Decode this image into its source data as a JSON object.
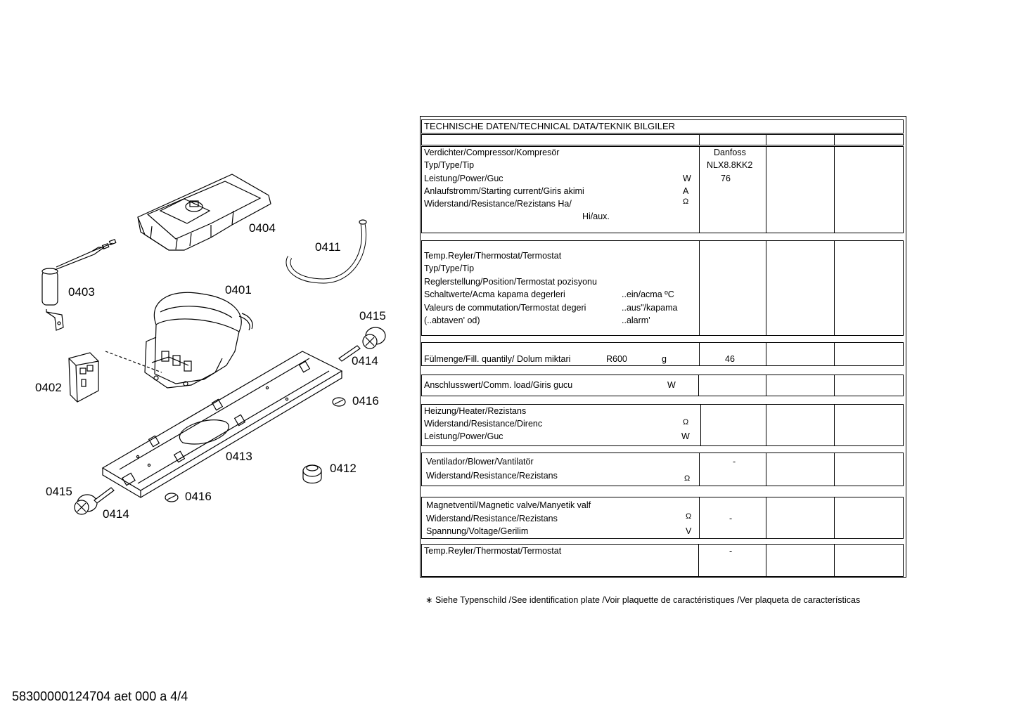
{
  "callouts": {
    "c0404": "0404",
    "c0411": "0411",
    "c0403": "0403",
    "c0401": "0401",
    "c0415a": "0415",
    "c0414a": "0414",
    "c0402": "0402",
    "c0416a": "0416",
    "c0413": "0413",
    "c0412": "0412",
    "c0415b": "0415",
    "c0416b": "0416",
    "c0414b": "0414"
  },
  "table": {
    "title": "TECHNISCHE DATEN/TECHNICAL DATA/TEKNIK BILGILER",
    "compressor": {
      "label": "Verdichter/Compressor/Kompresör",
      "type": "Typ/Type/Tip",
      "power": "Leistung/Power/Guc",
      "power_unit": "W",
      "starting": "Anlaufstromm/Starting current/Giris akimi",
      "starting_unit": "A",
      "resistance": "Widerstand/Resistance/Rezistans Ha/",
      "resistance_unit": "Ω",
      "hiaux": "Hi/aux.",
      "value_brand": "Danfoss",
      "value_type": "NLX8.8KK2",
      "value_power": "76"
    },
    "thermostat": {
      "label": "Temp.Reyler/Thermostat/Termostat",
      "type": "Typ/Type/Tip",
      "position": "Reglerstellung/Position/Termostat  pozisyonu",
      "switch1": "Schaltwerte/Acma kapama degerleri",
      "switch1_unit": "..ein/acma ºC",
      "switch2": "Valeurs de commutation/Termostat degeri",
      "switch2_unit": "..aus\"/kapama",
      "switch3": "(..abtaven' od)",
      "switch3_unit": "..alarm'"
    },
    "fill": {
      "label": "Fülmenge/Fill. quantily/ Dolum miktari",
      "refrigerant": "R600",
      "unit": "g",
      "value": "46"
    },
    "load": {
      "label": "Anschlusswert/Comm. load/Giris gucu",
      "unit": "W"
    },
    "heater": {
      "label": "Heizung/Heater/Rezistans",
      "resistance": "Widerstand/Resistance/Direnc",
      "resistance_unit": "Ω",
      "power": "Leistung/Power/Guc",
      "power_unit": "W"
    },
    "blower": {
      "label": "Ventilador/Blower/Vantilatör",
      "resistance": "Widerstand/Resistance/Rezistans",
      "resistance_unit": "Ω",
      "value": "-"
    },
    "valve": {
      "label": "Magnetventil/Magnetic valve/Manyetik valf",
      "resistance": "Widerstand/Resistance/Rezistans",
      "resistance_unit": "Ω",
      "voltage": "Spannung/Voltage/Gerilim",
      "voltage_unit": "V",
      "value": "-"
    },
    "thermostat2": {
      "label": "Temp.Reyler/Thermostat/Termostat",
      "value": "-"
    }
  },
  "footnote": "∗ Siehe Typenschild /See identification plate /Voir plaquette de caractéristiques /Ver plaqueta de características",
  "doc_number": "58300000124704 aet 000 a 4/4"
}
